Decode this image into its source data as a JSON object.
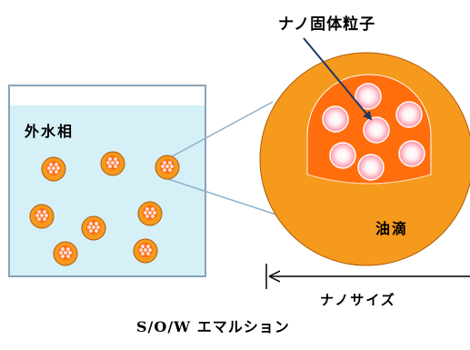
{
  "labels": {
    "nano_particles": "ナノ固体粒子",
    "outer_water": "外水相",
    "oil_droplet": "油滴",
    "nano_size": "ナノサイズ",
    "caption": "S/O/W エマルション"
  },
  "colors": {
    "water": "#d5f0f7",
    "water_border": "#8aa3b7",
    "oil_outer": "#f59a1c",
    "oil_inner": "#ff6d0d",
    "oil_border": "#b05a0a",
    "particle_core": "#ffffff",
    "particle_edge": "#ff8fa4",
    "callout_line": "#8fb2cb",
    "pointer_arrow": "#1f3866",
    "scale_line": "#000000"
  }
}
